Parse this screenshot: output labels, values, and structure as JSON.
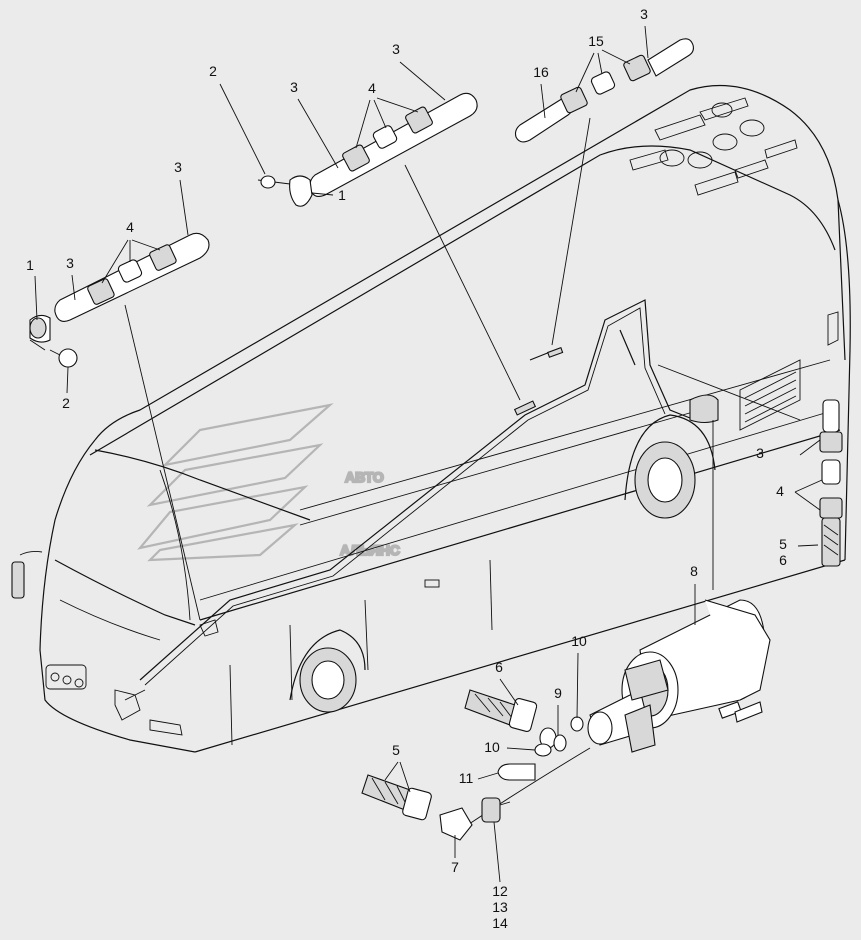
{
  "diagram": {
    "watermark": {
      "line1": "АВТО",
      "line2": "АЛЬЯНС"
    },
    "callouts": [
      {
        "id": "c1a",
        "text": "1"
      },
      {
        "id": "c1b",
        "text": "1"
      },
      {
        "id": "c2a",
        "text": "2"
      },
      {
        "id": "c2b",
        "text": "2"
      },
      {
        "id": "c3a",
        "text": "3"
      },
      {
        "id": "c3b",
        "text": "3"
      },
      {
        "id": "c3c",
        "text": "3"
      },
      {
        "id": "c3d",
        "text": "3"
      },
      {
        "id": "c3e",
        "text": "3"
      },
      {
        "id": "c3f",
        "text": "3"
      },
      {
        "id": "c4a",
        "text": "4"
      },
      {
        "id": "c4b",
        "text": "4"
      },
      {
        "id": "c4c",
        "text": "4"
      },
      {
        "id": "c15",
        "text": "15"
      },
      {
        "id": "c16",
        "text": "16"
      },
      {
        "id": "c5a",
        "text": "5"
      },
      {
        "id": "c6a",
        "text": "6"
      },
      {
        "id": "c8",
        "text": "8"
      },
      {
        "id": "c6b",
        "text": "6"
      },
      {
        "id": "c9",
        "text": "9"
      },
      {
        "id": "c10a",
        "text": "10"
      },
      {
        "id": "c10b",
        "text": "10"
      },
      {
        "id": "c11",
        "text": "11"
      },
      {
        "id": "c5b",
        "text": "5"
      },
      {
        "id": "c7",
        "text": "7"
      },
      {
        "id": "c12",
        "text": "12"
      },
      {
        "id": "c13",
        "text": "13"
      },
      {
        "id": "c14",
        "text": "14"
      }
    ]
  }
}
